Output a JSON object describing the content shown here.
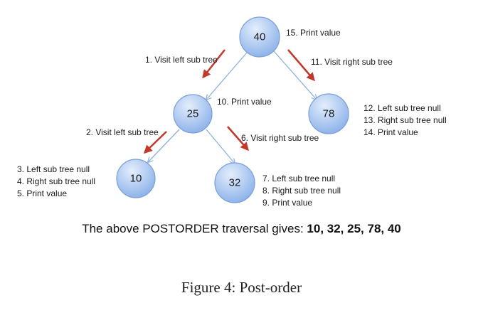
{
  "nodes": [
    {
      "id": "40",
      "label": "40"
    },
    {
      "id": "25",
      "label": "25"
    },
    {
      "id": "78",
      "label": "78"
    },
    {
      "id": "10",
      "label": "10"
    },
    {
      "id": "32",
      "label": "32"
    }
  ],
  "steps": {
    "visit_left_root": "1. Visit left sub tree",
    "visit_left_25": "2. Visit left sub tree",
    "node10_null_left": "3. Left sub tree null",
    "node10_null_right": "4. Right sub tree null",
    "node10_print": "5. Print value",
    "visit_right_25": "6. Visit right sub tree",
    "node32_null_left": "7. Left sub tree null",
    "node32_null_right": "8. Right sub tree null",
    "node32_print": "9. Print value",
    "node25_print": "10. Print value",
    "visit_right_root": "11. Visit right sub tree",
    "node78_null_left": "12. Left sub tree null",
    "node78_null_right": "13. Right sub tree null",
    "node78_print": "14. Print value",
    "node40_print": "15. Print value"
  },
  "result": {
    "prefix": "The above POSTORDER traversal gives: ",
    "sequence": "10, 32, 25, 78, 40"
  },
  "caption": "Figure 4:  Post-order",
  "colors": {
    "node_fill_light": "#d6e6fb",
    "node_fill_dark": "#8fb4ea",
    "node_stroke": "#7a9fd6",
    "edge": "#8fb0dc",
    "step_arrow": "#c0392b"
  }
}
